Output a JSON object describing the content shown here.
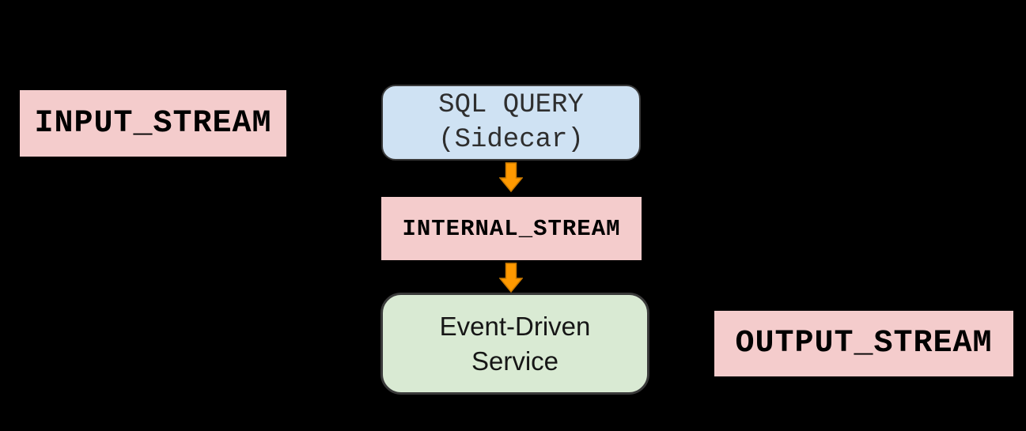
{
  "diagram": {
    "background": "#000000",
    "nodes": {
      "input_stream": {
        "label": "INPUT_STREAM",
        "shape": "rectangle",
        "fill": "#f4cccc",
        "border_color": "#000000",
        "text_color": "#000000"
      },
      "sql_query": {
        "lines": [
          "SQL QUERY",
          "(Sidecar)"
        ],
        "shape": "rounded-rectangle",
        "fill": "#cfe2f3",
        "border_color": "#3a3a3a",
        "text_color": "#2e2e2e"
      },
      "internal_stream": {
        "label": "INTERNAL_STREAM",
        "shape": "rectangle",
        "fill": "#f4cccc",
        "border_color": "#000000",
        "text_color": "#000000"
      },
      "event_driven_service": {
        "lines": [
          "Event-Driven",
          "Service"
        ],
        "shape": "rounded-rectangle",
        "fill": "#d9ead3",
        "border_color": "#3a3a3a",
        "text_color": "#161616"
      },
      "output_stream": {
        "label": "OUTPUT_STREAM",
        "shape": "rectangle",
        "fill": "#f4cccc",
        "border_color": "#000000",
        "text_color": "#000000"
      }
    },
    "connectors": {
      "sql_to_internal": {
        "from": "sql_query",
        "to": "internal_stream",
        "direction": "down",
        "color": "#ff9900",
        "stroke": "#cc7a00"
      },
      "internal_to_service": {
        "from": "internal_stream",
        "to": "event_driven_service",
        "direction": "down",
        "color": "#ff9900",
        "stroke": "#cc7a00"
      }
    }
  }
}
